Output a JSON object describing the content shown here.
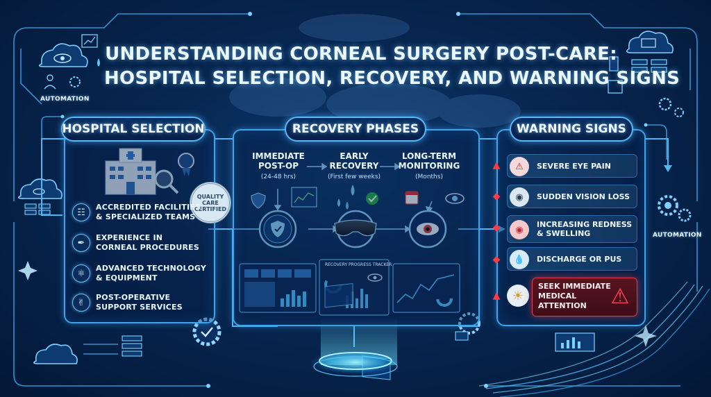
{
  "title": {
    "line1": "UNDERSTANDING CORNEAL SURGERY POST-CARE:",
    "line2": "HOSPITAL SELECTION, RECOVERY, AND WARNING SIGNS"
  },
  "side_labels": {
    "left": "AUTOMATION",
    "right": "AUTOMATION"
  },
  "hospital_selection": {
    "heading": "HOSPITAL SELECTION",
    "badge": "QUALITY\nCARE\nCERTIFIED",
    "items": [
      {
        "icon": "hospital-icon",
        "text": "ACCREDITED FACILITIES\n& SPECIALIZED TEAMS"
      },
      {
        "icon": "scalpel-icon",
        "text": "EXPERIENCE IN\nCORNEAL PROCEDURES"
      },
      {
        "icon": "microscope-icon",
        "text": "ADVANCED TECHNOLOGY\n& EQUIPMENT"
      },
      {
        "icon": "handshake-icon",
        "text": "POST-OPERATIVE\nSUPPORT SERVICES"
      }
    ]
  },
  "recovery_phases": {
    "heading": "RECOVERY PHASES",
    "phases": [
      {
        "label": "IMMEDIATE\nPOST-OP",
        "sub": "(24-48 hrs)"
      },
      {
        "label": "EARLY\nRECOVERY",
        "sub": "(First few weeks)"
      },
      {
        "label": "LONG-TERM\nMONITORING",
        "sub": "(Months)"
      }
    ],
    "dashboard_caption": "RECOVERY PROGRESS TRACKER"
  },
  "warning_signs": {
    "heading": "WARNING SIGNS",
    "items": [
      {
        "icon": "warning-triangle-icon",
        "text": "SEVERE EYE PAIN"
      },
      {
        "icon": "eye-icon",
        "text": "SUDDEN VISION LOSS"
      },
      {
        "icon": "red-eye-icon",
        "text": "INCREASING REDNESS\n& SWELLING"
      },
      {
        "icon": "drop-icon",
        "text": "DISCHARGE OR PUS"
      }
    ],
    "alert": {
      "icon": "alert-icon",
      "text": "SEEK IMMEDIATE\nMEDICAL\nATTENTION"
    }
  },
  "colors": {
    "background": "#072650",
    "accent": "#3fa4e8",
    "warning": "#e23a4a",
    "text": "#eaf7ff"
  }
}
